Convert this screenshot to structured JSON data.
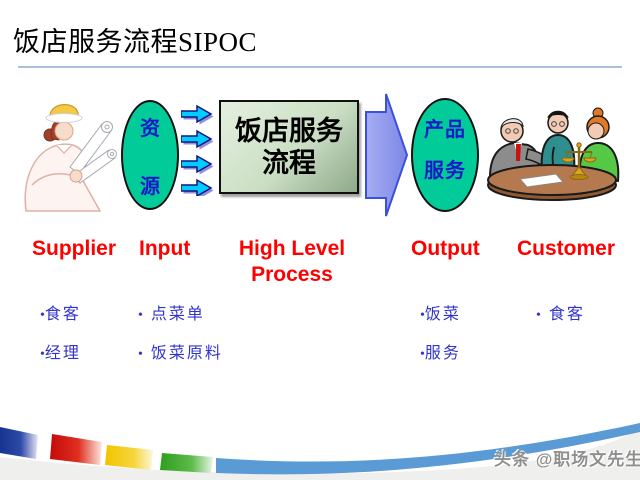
{
  "title": "饭店服务流程SIPOC",
  "bullet": "•",
  "diagram": {
    "input_ellipse": {
      "line1": "资",
      "line2": "源"
    },
    "process_box": {
      "line1": "饭店服务",
      "line2": "流程"
    },
    "output_ellipse": {
      "line1": "产品",
      "line2": "服务"
    }
  },
  "headers": {
    "supplier": "Supplier",
    "input": "Input",
    "process": "High Level Process",
    "output": "Output",
    "customer": "Customer"
  },
  "lists": {
    "supplier": [
      "食客",
      "经理"
    ],
    "input": [
      "点菜单",
      "饭菜原料"
    ],
    "output": [
      "饭菜",
      "服务"
    ],
    "customer": [
      "食客"
    ]
  },
  "footer": {
    "watermark": "头条 @职场文先生"
  },
  "icons": {
    "left": "worker-with-blueprints-icon",
    "right": "business-meeting-icon",
    "flow": [
      "small-right-arrows-icon",
      "big-right-arrow-icon"
    ]
  },
  "colors": {
    "header_red": "#FF0000",
    "list_blue": "#3333CC",
    "ellipse_fill": "#00CB99",
    "ellipse_text": "#1A1AC8",
    "process_fill_light": "#E4F0DF",
    "process_fill_dark": "#8FA88A",
    "small_arrow_cyan": "#00CCFF",
    "big_arrow_fill": "#97A0EC",
    "big_arrow_border": "#3B50DB",
    "title_rule": "#A9BFDC",
    "swoosh_blue": "#5B9BD5",
    "bar_navy": "#16338F",
    "bar_red": "#C40A0A",
    "bar_yellow": "#F2C400",
    "bar_green": "#2F9E1E",
    "footer_gray": "#EFF0ED"
  }
}
